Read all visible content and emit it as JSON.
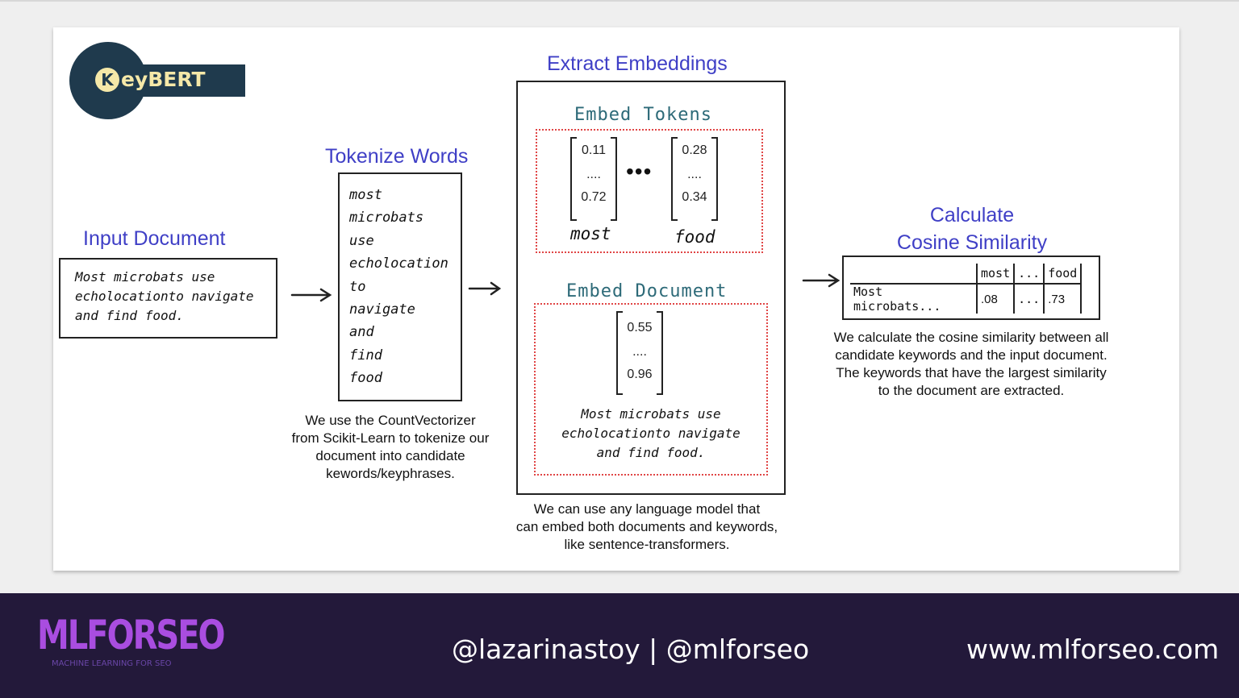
{
  "logo": {
    "letter": "K",
    "text": "eyBERT"
  },
  "input": {
    "title": "Input Document",
    "text_lines": [
      "Most microbats use",
      "echolocationto navigate",
      "and find food."
    ]
  },
  "tokenize": {
    "title": "Tokenize Words",
    "tokens": [
      "most",
      "microbats",
      "use",
      "echolocation",
      "to",
      "navigate",
      "and",
      "find",
      "food"
    ],
    "caption_lines": [
      "We use the CountVectorizer",
      "from Scikit-Learn to tokenize our",
      "document into candidate",
      "kewords/keyphrases."
    ]
  },
  "embed": {
    "title": "Extract Embeddings",
    "tokens_title": "Embed Tokens",
    "vec1": {
      "top": "0.11",
      "mid": "....",
      "bottom": "0.72",
      "label": "most"
    },
    "vec2": {
      "top": "0.28",
      "mid": "....",
      "bottom": "0.34",
      "label": "food"
    },
    "ellipsis": "•••",
    "doc_title": "Embed Document",
    "doc_vec": {
      "top": "0.55",
      "mid": "....",
      "bottom": "0.96"
    },
    "doc_text_lines": [
      "Most microbats use",
      "echolocationto navigate",
      "and find food."
    ],
    "caption_lines": [
      "We can use any language model that",
      "can embed both documents and keywords,",
      "like sentence-transformers."
    ]
  },
  "cosine": {
    "title_lines": [
      "Calculate",
      "Cosine Similarity"
    ],
    "table": {
      "headers": [
        "",
        "most",
        "...",
        "food"
      ],
      "row": [
        "Most microbats...",
        ".08",
        "...",
        ".73"
      ]
    },
    "caption_lines": [
      "We calculate the cosine similarity between all",
      "candidate keywords and the input document.",
      "The keywords that have the largest similarity",
      "to the document are extracted."
    ]
  },
  "footer": {
    "brand": "MLFORSEO",
    "brand_sub": "MACHINE LEARNING FOR SEO",
    "handles": "@lazarinastoy | @mlforseo",
    "website": "www.mlforseo.com"
  },
  "colors": {
    "title_blue": "#3f3fc6",
    "logo_navy": "#1f3a4d",
    "logo_yellow": "#f5e8a8",
    "dotted_red": "#e04545",
    "footer_bg": "#23193a",
    "brand_purple": "#a94de0"
  }
}
